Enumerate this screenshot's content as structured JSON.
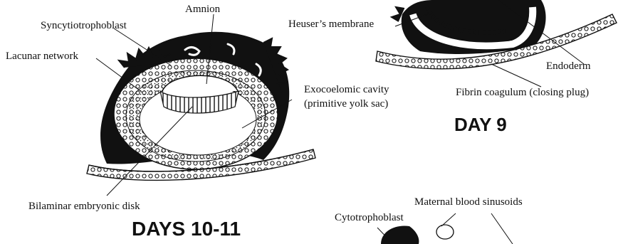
{
  "labels": {
    "syncytiotrophoblast": "Syncytiotrophoblast",
    "amnion": "Amnion",
    "lacunar_network": "Lacunar network",
    "heusers_membrane": "Heuser’s membrane",
    "endoderm": "Endoderm",
    "fibrin_coagulum": "Fibrin coagulum (closing plug)",
    "exocoelomic_cavity": "Exocoelomic cavity",
    "primitive_yolk_sac": "(primitive yolk sac)",
    "bilaminar_disk": "Bilaminar embryonic disk",
    "maternal_blood_sinusoids": "Maternal blood sinusoids",
    "cytotrophoblast": "Cytotrophoblast"
  },
  "stages": {
    "day9": "DAY 9",
    "days10_11": "DAYS 10-11"
  },
  "colors": {
    "ink": "#111111",
    "background": "#ffffff"
  }
}
